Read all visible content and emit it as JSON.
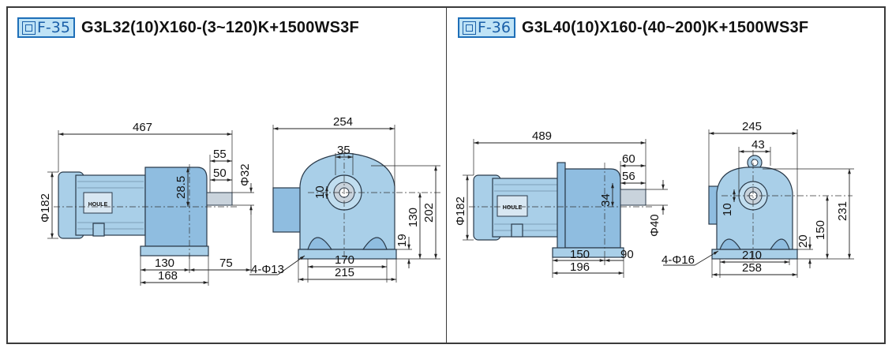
{
  "panels": [
    {
      "tag_prefix": "F-35",
      "title": "G3L32(10)X160-(3~120)K+1500WS3F",
      "nameplate": "HOULE",
      "dims": {
        "d467": "467",
        "d55": "55",
        "d50": "50",
        "d32": "Φ32",
        "d28_5": "28.5",
        "d182": "Φ182",
        "d130": "130",
        "d168": "168",
        "d75": "75",
        "d254": "254",
        "d35": "35",
        "d10": "10",
        "d202": "202",
        "d130v": "130",
        "d19": "19",
        "d170": "170",
        "d215": "215",
        "hole": "4-Φ13"
      }
    },
    {
      "tag_prefix": "F-36",
      "title": "G3L40(10)X160-(40~200)K+1500WS3F",
      "nameplate": "HOULE",
      "dims": {
        "d489": "489",
        "d60": "60",
        "d56": "56",
        "d34": "34",
        "d40": "Φ40",
        "d182": "Φ182",
        "d150": "150",
        "d196": "196",
        "d90": "90",
        "d245": "245",
        "d43": "43",
        "d10": "10",
        "d231": "231",
        "d150v": "150",
        "d20": "20",
        "d210": "210",
        "d258": "258",
        "hole": "4-Φ16"
      }
    }
  ],
  "colors": {
    "tag_border": "#1e6fb8",
    "tag_fill": "#bfe3f6",
    "motor_body": "#a9cfe8",
    "frame": "#3a3a3a"
  }
}
